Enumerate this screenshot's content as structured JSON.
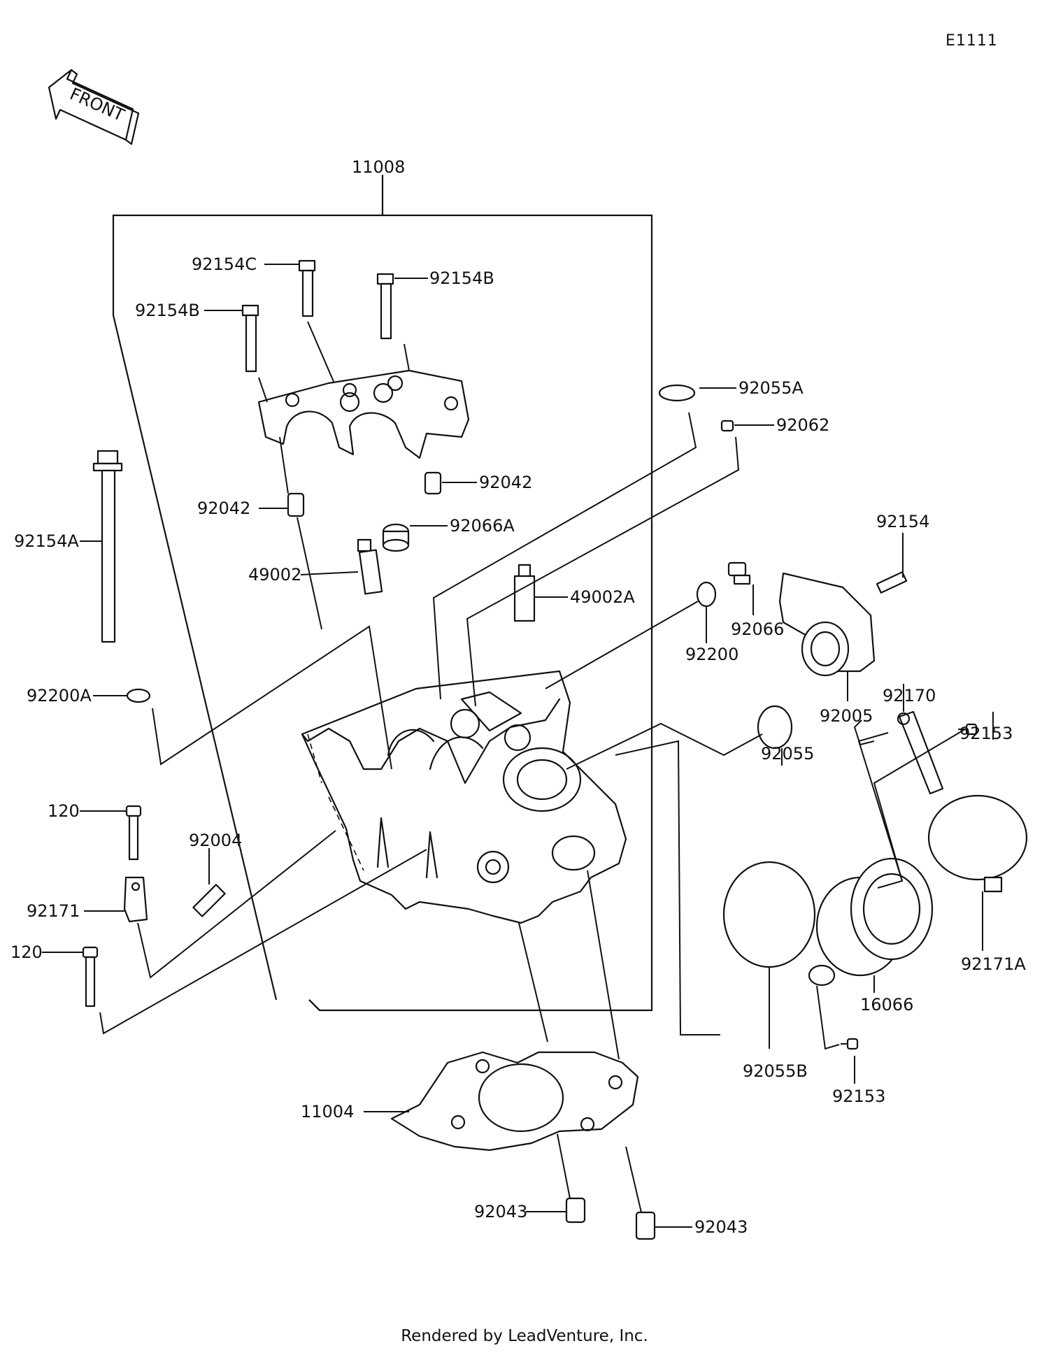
{
  "diagram_code": "E1111",
  "front_label": "FRONT",
  "footer": "Rendered by LeadVenture, Inc.",
  "labels": {
    "p11008": "11008",
    "p92154C": "92154C",
    "p92154B_top": "92154B",
    "p92154B_left": "92154B",
    "p92055A": "92055A",
    "p92062": "92062",
    "p92042_right": "92042",
    "p92042_left": "92042",
    "p92066A": "92066A",
    "p92154A": "92154A",
    "p49002": "49002",
    "p49002A": "49002A",
    "p92154": "92154",
    "p92200": "92200",
    "p92066": "92066",
    "p92200A": "92200A",
    "p92055": "92055",
    "p92005": "92005",
    "p92170": "92170",
    "p92153_upper": "92153",
    "p120_upper": "120",
    "p92004": "92004",
    "p92171": "92171",
    "p120_lower": "120",
    "p92171A": "92171A",
    "p16066": "16066",
    "p92055B": "92055B",
    "p92153_lower": "92153",
    "p11004": "11004",
    "p92043_left": "92043",
    "p92043_right": "92043"
  }
}
